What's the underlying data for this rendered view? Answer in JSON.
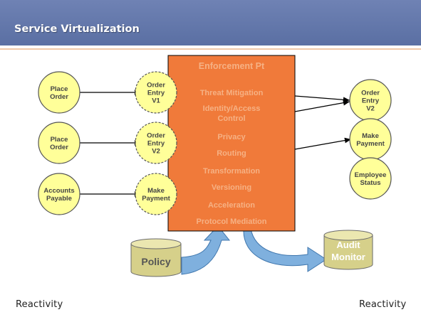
{
  "slide": {
    "title": "Service Virtualization"
  },
  "enforcement": {
    "title": "Enforcement Pt",
    "items": [
      [
        "Threat Mitigation"
      ],
      [
        "Identity/Access",
        "Control"
      ],
      [
        "Privacy"
      ],
      [
        "Routing"
      ],
      [
        "Transformation"
      ],
      [
        "Versioning"
      ],
      [
        "Acceleration"
      ],
      [
        "Protocol Mediation"
      ]
    ]
  },
  "consumers": [
    {
      "name": "place-order-1",
      "lines": [
        "Place",
        "Order"
      ]
    },
    {
      "name": "place-order-2",
      "lines": [
        "Place",
        "Order"
      ]
    },
    {
      "name": "accounts-payable",
      "lines": [
        "Accounts",
        "Payable"
      ]
    }
  ],
  "virtual_services": [
    {
      "name": "order-entry-v1-virtual",
      "lines": [
        "Order",
        "Entry",
        "V1"
      ]
    },
    {
      "name": "order-entry-v2-virtual",
      "lines": [
        "Order",
        "Entry",
        "V2"
      ]
    },
    {
      "name": "make-payment-virtual",
      "lines": [
        "Make",
        "Payment"
      ]
    }
  ],
  "backend_services": [
    {
      "name": "order-entry-v2-backend",
      "lines": [
        "Order",
        "Entry",
        "V2"
      ]
    },
    {
      "name": "make-payment-backend",
      "lines": [
        "Make",
        "Payment"
      ]
    },
    {
      "name": "employee-status-backend",
      "lines": [
        "Employee",
        "Status"
      ]
    }
  ],
  "stores": {
    "policy": {
      "lines": [
        "Policy"
      ]
    },
    "audit": {
      "lines": [
        "Audit",
        "Monitor"
      ]
    }
  },
  "branding": {
    "logo_left": "Reactivity",
    "logo_right": "Reactivity"
  },
  "colors": {
    "title_bar": "#5f73a8",
    "enforcement_fill": "#f07a3a",
    "enforcement_text": "#f6b184",
    "circle_fill": "#ffff99",
    "cylinder_fill": "#d6d08a",
    "arrow_fill": "#7fb0de"
  }
}
